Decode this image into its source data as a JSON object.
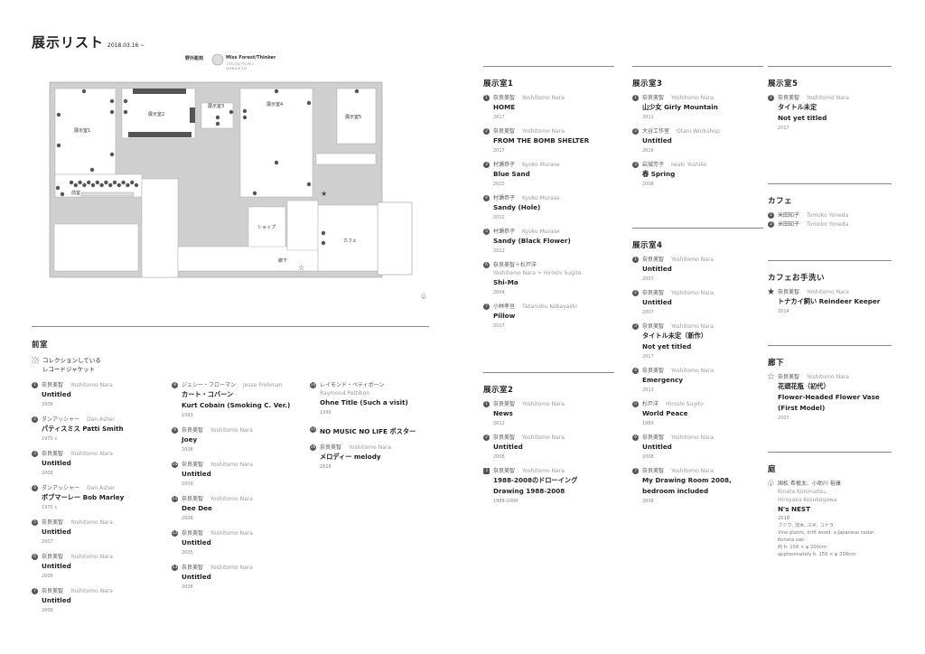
{
  "header": {
    "title": "展示リスト",
    "date": "2018.03.16 ~"
  },
  "map": {
    "outdoor_label": "野外彫刻",
    "sculpture_title": "Miss Forest/Thinker",
    "sculpture_material": "ブロンズにウレタン",
    "sculpture_edition": "2016 A.P. 2/3",
    "rooms": {
      "room1": "展示室1",
      "room2": "展示室2",
      "room3": "展示室3",
      "room4": "展示室4",
      "room5": "展示室5",
      "anteroom": "前室",
      "shop": "ショップ",
      "cafe": "カフェ",
      "corridor": "廊下"
    }
  },
  "colors": {
    "wall": "#cfcfcf",
    "marker": "#555555",
    "rule": "#888888"
  },
  "anteroom": {
    "heading": "前室",
    "legend": [
      "コレクションしている",
      "レコードジャケット"
    ],
    "columns": [
      [
        {
          "n": "1",
          "artist": "奈良美智",
          "artist_en": "Yoshitomo Nara",
          "title": [
            "Untitled"
          ],
          "year": "2008"
        },
        {
          "n": "2",
          "artist": "ダンアッシャー",
          "artist_en": "Dan Asher",
          "title": [
            "パティスミス Patti Smith"
          ],
          "year": "1970 s"
        },
        {
          "n": "3",
          "artist": "奈良美智",
          "artist_en": "Yoshitomo Nara",
          "title": [
            "Untitled"
          ],
          "year": "2008"
        },
        {
          "n": "4",
          "artist": "ダンアッシャー",
          "artist_en": "Dan Asher",
          "title": [
            "ボブマーレー Bob Marley"
          ],
          "year": "1970 s"
        },
        {
          "n": "5",
          "artist": "奈良美智",
          "artist_en": "Yoshitomo Nara",
          "title": [
            "Untitled"
          ],
          "year": "2007"
        },
        {
          "n": "6",
          "artist": "奈良美智",
          "artist_en": "Yoshitomo Nara",
          "title": [
            "Untitled"
          ],
          "year": "2008"
        },
        {
          "n": "7",
          "artist": "奈良美智",
          "artist_en": "Yoshitomo Nara",
          "title": [
            "Untitled"
          ],
          "year": "2008"
        }
      ],
      [
        {
          "n": "8",
          "artist": "ジェシー・フローマン",
          "artist_en": "Jesse Frohman",
          "title": [
            "カート・コバーン",
            "Kurt Cobain (Smoking C. Ver.)"
          ],
          "year": "1993"
        },
        {
          "n": "9",
          "artist": "奈良美智",
          "artist_en": "Yoshitomo Nara",
          "title": [
            "Joey"
          ],
          "year": "2008"
        },
        {
          "n": "10",
          "artist": "奈良美智",
          "artist_en": "Yoshitomo Nara",
          "title": [
            "Untitled"
          ],
          "year": "2009"
        },
        {
          "n": "11",
          "artist": "奈良美智",
          "artist_en": "Yoshitomo Nara",
          "title": [
            "Dee Dee"
          ],
          "year": "2008"
        },
        {
          "n": "12",
          "artist": "奈良美智",
          "artist_en": "Yoshitomo Nara",
          "title": [
            "Untitled"
          ],
          "year": "2005"
        },
        {
          "n": "13",
          "artist": "奈良美智",
          "artist_en": "Yoshitomo Nara",
          "title": [
            "Untitled"
          ],
          "year": "2008"
        }
      ],
      [
        {
          "n": "14",
          "artist": "レイモンド・ペティボーン",
          "artist_en_line": "Raymond Pettibon",
          "title": [
            "Ohne Title (Such a visit)"
          ],
          "year": "1990"
        },
        {
          "n": "15",
          "title": [
            "NO MUSIC NO LIFE ポスター"
          ]
        },
        {
          "n": "16",
          "artist": "奈良美智",
          "artist_en": "Yoshitomo Nara",
          "title": [
            "メロディー melody"
          ],
          "year": "2018"
        }
      ]
    ]
  },
  "sections": [
    {
      "id": "room1",
      "heading": "展示室1",
      "entries": [
        {
          "n": "1",
          "artist": "奈良美智",
          "artist_en": "Yoshitomo Nara",
          "title": [
            "HOME"
          ],
          "year": "2017"
        },
        {
          "n": "2",
          "artist": "奈良美智",
          "artist_en": "Yoshitomo Nara",
          "title": [
            "FROM THE BOMB SHELTER"
          ],
          "year": "2017"
        },
        {
          "n": "3",
          "artist": "村瀬恭子",
          "artist_en": "Kyoko Murase",
          "title": [
            "Blue Sand"
          ],
          "year": "2013"
        },
        {
          "n": "4",
          "artist": "村瀬恭子",
          "artist_en": "Kyoko Murase",
          "title": [
            "Sandy (Hole)"
          ],
          "year": "2012"
        },
        {
          "n": "5",
          "artist": "村瀬恭子",
          "artist_en": "Kyoko Murase",
          "title": [
            "Sandy (Black Flower)"
          ],
          "year": "2012"
        },
        {
          "n": "6",
          "artist": "奈良美智＋杉戸洋",
          "artist_en_line": "Yoshitomo Nara + Hiroshi Sugito",
          "title": [
            "Shi-Ma"
          ],
          "year": "2004"
        },
        {
          "n": "7",
          "artist": "小林孝亘",
          "artist_en": "Takanobu Kobayashi",
          "title": [
            "Pillow"
          ],
          "year": "2017"
        }
      ]
    },
    {
      "id": "room2",
      "heading": "展示室2",
      "entries": [
        {
          "n": "1",
          "artist": "奈良美智",
          "artist_en": "Yoshitomo Nara",
          "title": [
            "News"
          ],
          "year": "2012"
        },
        {
          "n": "2",
          "artist": "奈良美智",
          "artist_en": "Yoshitomo Nara",
          "title": [
            "Untitled"
          ],
          "year": "2008"
        },
        {
          "n": "3",
          "badge": "square",
          "artist": "奈良美智",
          "artist_en": "Yoshitomo Nara",
          "title": [
            "1988-2008のドローイング",
            "Drawing 1988-2008"
          ],
          "year": "1988-2008"
        }
      ]
    },
    {
      "id": "room3",
      "heading": "展示室3",
      "entries": [
        {
          "n": "1",
          "artist": "奈良美智",
          "artist_en": "Yoshitomo Nara",
          "title": [
            "山少女 Girly Mountain"
          ],
          "year": "2011"
        },
        {
          "n": "2",
          "artist": "大谷工作室",
          "artist_en": "Otani Workshop",
          "title": [
            "Untitled"
          ],
          "year": "2016"
        },
        {
          "n": "3",
          "artist": "岩城芳子",
          "artist_en": "Iwaki Yoshiko",
          "title": [
            "春 Spring"
          ],
          "year": "2008"
        }
      ]
    },
    {
      "id": "room4",
      "heading": "展示室4",
      "entries": [
        {
          "n": "1",
          "artist": "奈良美智",
          "artist_en": "Yoshitomo Nara",
          "title": [
            "Untitled"
          ],
          "year": "2007"
        },
        {
          "n": "2",
          "artist": "奈良美智",
          "artist_en": "Yoshitomo Nara",
          "title": [
            "Untitled"
          ],
          "year": "2007"
        },
        {
          "n": "3",
          "artist": "奈良美智",
          "artist_en": "Yoshitomo Nara",
          "title": [
            "タイトル未定（新作）",
            "Not yet titled"
          ],
          "year": "2017"
        },
        {
          "n": "4",
          "artist": "奈良美智",
          "artist_en": "Yoshitomo Nara",
          "title": [
            "Emergency"
          ],
          "year": "2013"
        },
        {
          "n": "5",
          "artist": "杉戸洋",
          "artist_en": "Hiroshi Sugito",
          "title": [
            "World Peace"
          ],
          "year": "1989"
        },
        {
          "n": "6",
          "artist": "奈良美智",
          "artist_en": "Yoshitomo Nara",
          "title": [
            "Untitled"
          ],
          "year": "2008"
        },
        {
          "n": "7",
          "artist": "奈良美智",
          "artist_en": "Yoshitomo Nara",
          "title": [
            "My Drawing Room 2008,",
            "bedroom included"
          ],
          "year": "2008"
        }
      ]
    },
    {
      "id": "room5",
      "heading": "展示室5",
      "entries": [
        {
          "n": "1",
          "artist": "奈良美智",
          "artist_en": "Yoshitomo Nara",
          "title": [
            "タイトル未定",
            "Not yet titled"
          ],
          "year": "2017"
        }
      ]
    },
    {
      "id": "cafe",
      "heading": "カフェ",
      "entries": [
        {
          "n": "1",
          "artist": "米田知子",
          "artist_en": "Tomoko Yoneda",
          "compact": true
        },
        {
          "n": "2",
          "artist": "米田知子",
          "artist_en": "Tomoko Yoneda",
          "compact": true
        }
      ]
    },
    {
      "id": "cafe-restroom",
      "heading": "カフェお手洗い",
      "entries": [
        {
          "n": "★",
          "badge": "star",
          "artist": "奈良美智",
          "artist_en": "Yoshitomo Nara",
          "title": [
            "トナカイ飼い Reindeer Keeper"
          ],
          "year": "2014"
        }
      ]
    },
    {
      "id": "corridor",
      "heading": "廊下",
      "entries": [
        {
          "n": "☆",
          "badge": "star-outline",
          "artist": "奈良美智",
          "artist_en": "Yoshitomo Nara",
          "title": [
            "花頭花瓶（初代）",
            "Flower-Headed Flower Vase",
            "(First Model)"
          ],
          "year": "2007"
        }
      ]
    },
    {
      "id": "garden",
      "heading": "庭",
      "entries": [
        {
          "n": "♧",
          "badge": "tree",
          "artist": "国松 希根太、小助川 裕康",
          "artist_en_lines": [
            "Kineta Kunimatsu,",
            "Hiroyasu Kosukegawa"
          ],
          "title": [
            "N's NEST"
          ],
          "notes": [
            "2018",
            "ブドウ, 流木, スギ, コナラ",
            "Vine plants, drift wood, a Japanese cedar,",
            "Konara oak",
            "約 h. 150 × φ 200cm",
            "approximately h. 150 × φ 200cm"
          ]
        }
      ]
    }
  ]
}
